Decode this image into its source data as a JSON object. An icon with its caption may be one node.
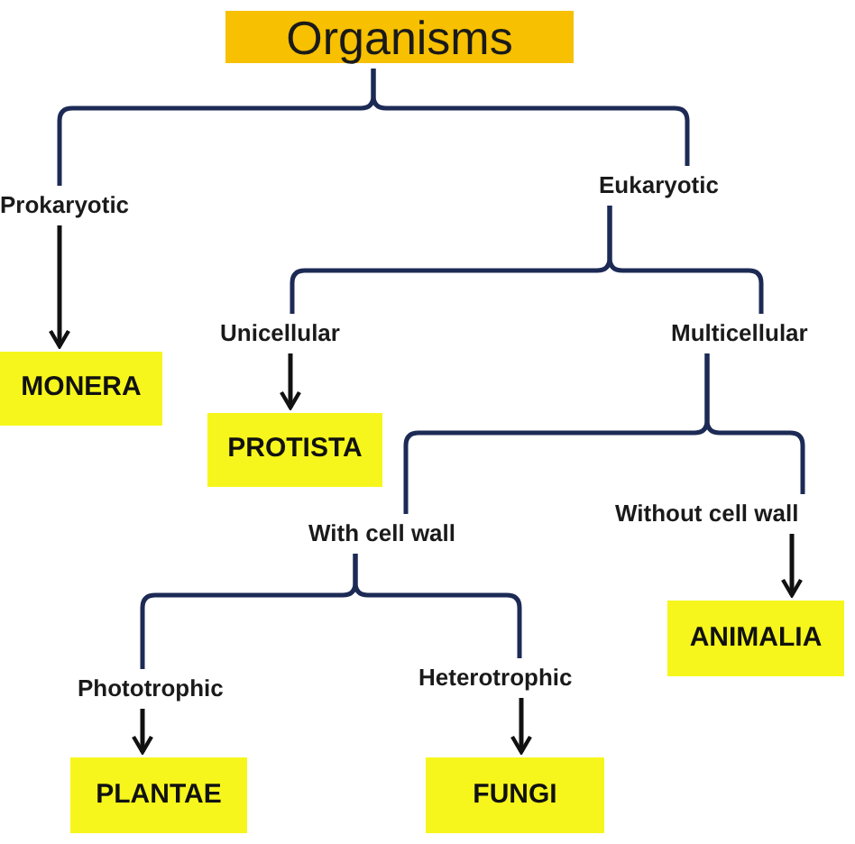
{
  "diagram": {
    "nodes": [
      {
        "text": [
          "Organisms"
        ]
      },
      {
        "text": [
          "Prokaryotic"
        ]
      },
      {
        "text": [
          "Eukaryotic"
        ]
      },
      {
        "text": [
          "MONERA"
        ]
      },
      {
        "text": [
          "Unicellular"
        ]
      },
      {
        "text": [
          "Multicellular"
        ]
      },
      {
        "text": [
          "PROTISTA"
        ]
      },
      {
        "text": [
          "With cell wall"
        ]
      },
      {
        "text": [
          "Without cell wall"
        ]
      },
      {
        "text": [
          "ANIMALIA"
        ]
      },
      {
        "text": [
          "Phototrophic"
        ]
      },
      {
        "text": [
          "Heterotrophic"
        ]
      },
      {
        "text": [
          "PLANTAE"
        ]
      },
      {
        "text": [
          "FUNGI"
        ]
      }
    ],
    "edges": [
      {
        "from": 0,
        "to": 1,
        "arrow": "none"
      },
      {
        "from": 0,
        "to": 2,
        "arrow": "none"
      },
      {
        "from": 1,
        "to": 3,
        "arrow": "to",
        "color": "#111111"
      },
      {
        "from": 2,
        "to": 4,
        "arrow": "none"
      },
      {
        "from": 2,
        "to": 5,
        "arrow": "none"
      },
      {
        "from": 4,
        "to": 6,
        "arrow": "to",
        "color": "#111111"
      },
      {
        "from": 5,
        "to": 7,
        "arrow": "none"
      },
      {
        "from": 5,
        "to": 8,
        "arrow": "none"
      },
      {
        "from": 8,
        "to": 9,
        "arrow": "to",
        "color": "#111111"
      },
      {
        "from": 7,
        "to": 10,
        "arrow": "none"
      },
      {
        "from": 7,
        "to": 11,
        "arrow": "none"
      },
      {
        "from": 10,
        "to": 12,
        "arrow": "to",
        "color": "#111111"
      },
      {
        "from": 11,
        "to": 13,
        "arrow": "to",
        "color": "#111111"
      }
    ]
  }
}
